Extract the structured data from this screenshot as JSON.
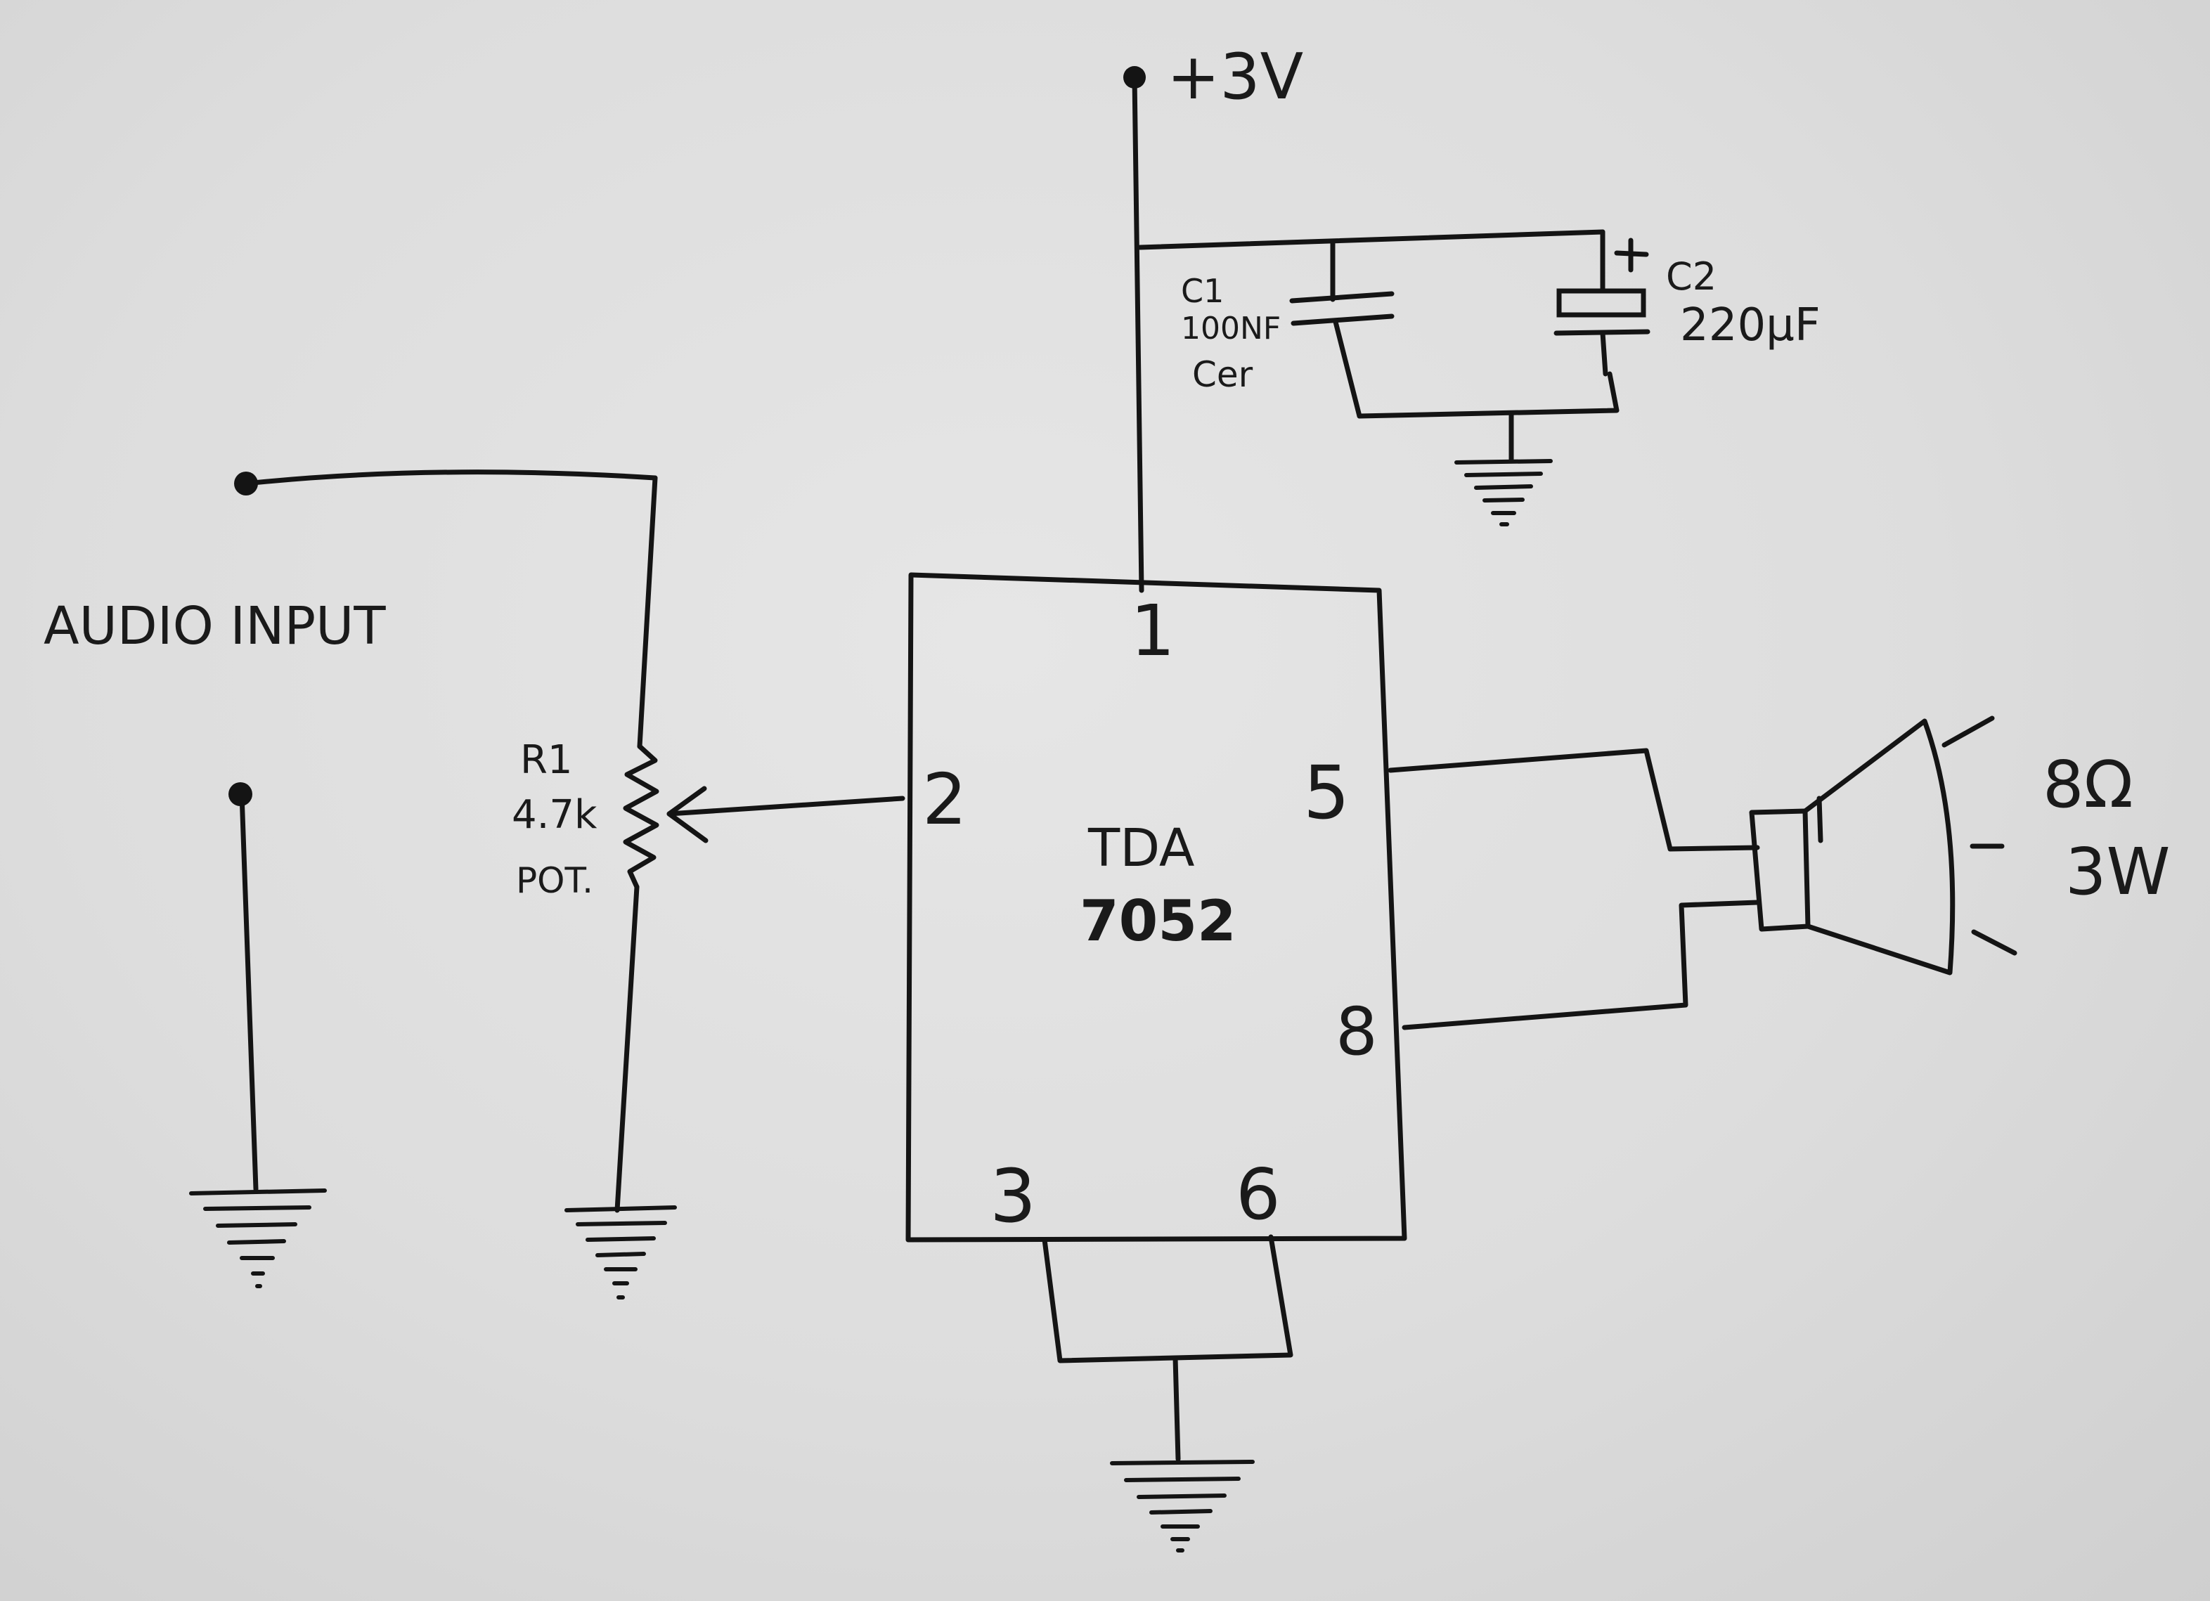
{
  "supply": {
    "label": "+3V"
  },
  "capacitor_c1": {
    "ref": "C1",
    "value": "100NF",
    "type": "Cer"
  },
  "capacitor_c2": {
    "ref": "C2",
    "value": "220µF",
    "polarity": "+"
  },
  "input": {
    "label": "AUDIO INPUT"
  },
  "resistor_r1": {
    "ref": "R1",
    "value": "4.7k",
    "type": "POT."
  },
  "ic": {
    "line1": "TDA",
    "line2": "7052",
    "pins": {
      "p1": "1",
      "p2": "2",
      "p3": "3",
      "p5": "5",
      "p6": "6",
      "p8": "8"
    }
  },
  "speaker": {
    "impedance": "8Ω",
    "power": "3W"
  }
}
